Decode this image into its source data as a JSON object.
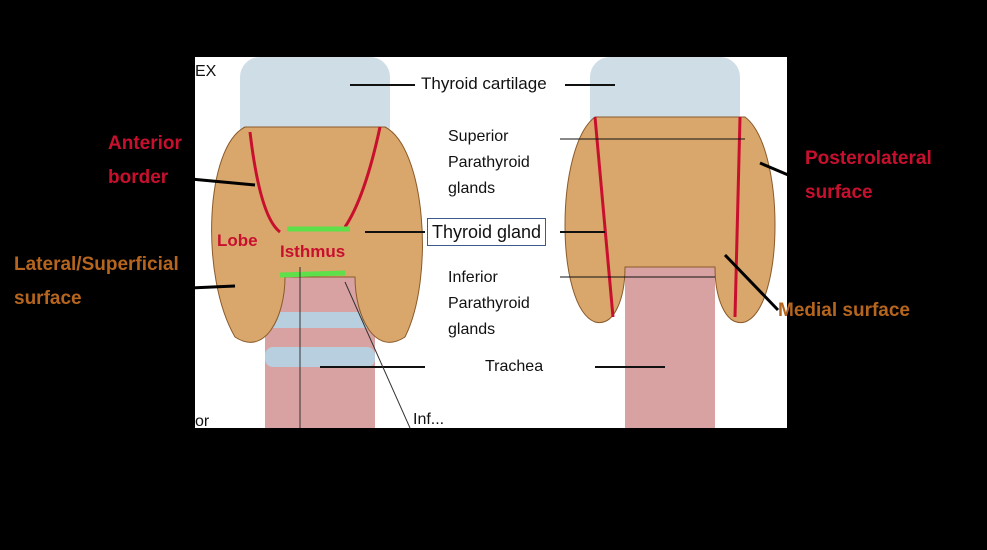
{
  "labels": {
    "apex_fragment": "EX",
    "thyroid_cartilage": "Thyroid cartilage",
    "superior_parathyroid": [
      "Superior",
      "Parathyroid",
      "glands"
    ],
    "thyroid_gland": "Thyroid gland",
    "inferior_parathyroid": [
      "Inferior",
      "Parathyroid",
      "glands"
    ],
    "trachea": "Trachea",
    "bottom_fragment_left": "or",
    "bottom_fragment_right": "Inf..."
  },
  "annotations": {
    "anterior_border": [
      "Anterior",
      "border"
    ],
    "lobe": "Lobe",
    "isthmus": "Isthmus",
    "lateral_surface": [
      "Lateral/Superficial",
      "surface"
    ],
    "posterolateral_surface": [
      "Posterolateral",
      "surface"
    ],
    "medial_surface": "Medial surface"
  },
  "colors": {
    "red": "#c8102e",
    "brown": "#b5651d",
    "green": "#5ee04a",
    "tissue": "#d9a66b"
  }
}
